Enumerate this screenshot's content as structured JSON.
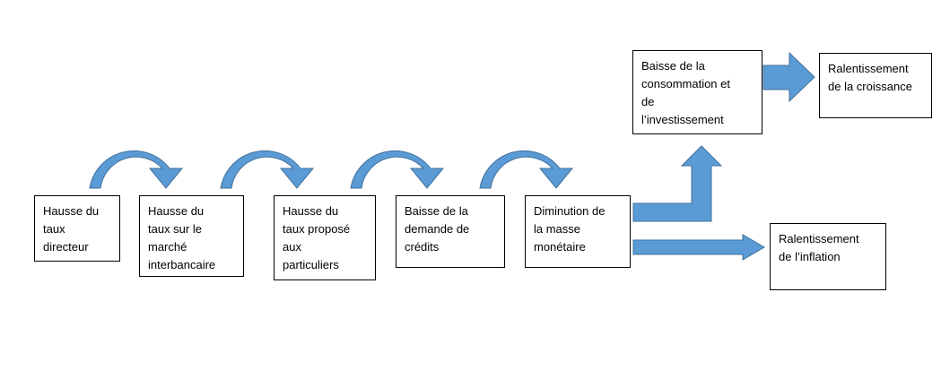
{
  "diagram": {
    "nodes": [
      {
        "id": "b1",
        "name": "node-hausse-taux-directeur",
        "label": "Hausse du\ntaux\ndirecteur"
      },
      {
        "id": "b2",
        "name": "node-hausse-taux-interbancaire",
        "label": "Hausse du\ntaux sur le\nmarché\ninterbancaire"
      },
      {
        "id": "b3",
        "name": "node-hausse-taux-particuliers",
        "label": "Hausse du\ntaux proposé\naux\nparticuliers"
      },
      {
        "id": "b4",
        "name": "node-baisse-demande-credits",
        "label": "Baisse de la\ndemande de\ncrédits"
      },
      {
        "id": "b5",
        "name": "node-diminution-masse-monetaire",
        "label": "Diminution de\nla masse\nmonétaire"
      },
      {
        "id": "b6",
        "name": "node-baisse-consommation-investissement",
        "label": "Baisse de la\nconsommation et\nde\nl’investissement"
      },
      {
        "id": "b7",
        "name": "node-ralentissement-croissance",
        "label": "Ralentissement\nde la croissance"
      },
      {
        "id": "b8",
        "name": "node-ralentissement-inflation",
        "label": "Ralentissement\nde l’inflation"
      }
    ],
    "colors": {
      "arrow_fill": "#5b9bd5",
      "arrow_stroke": "#41719c",
      "box_border": "#000000",
      "text": "#000000"
    }
  }
}
